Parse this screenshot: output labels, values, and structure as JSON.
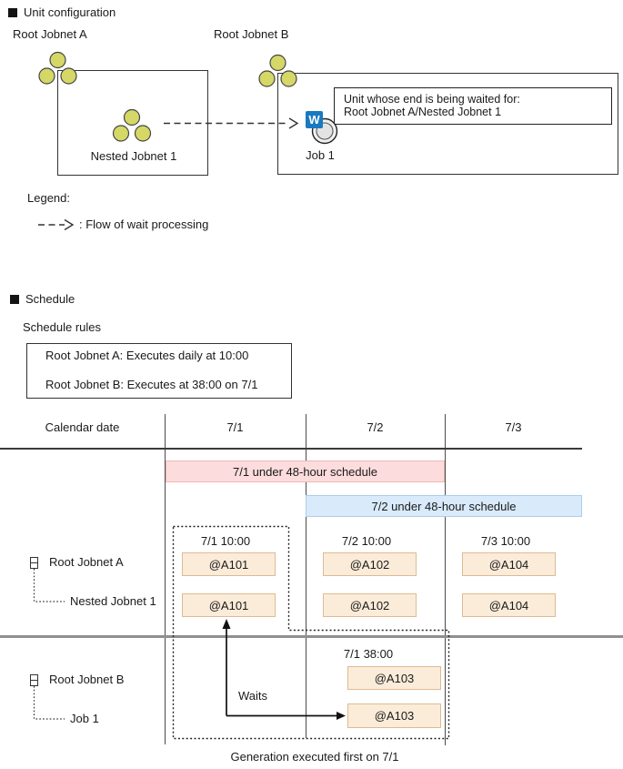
{
  "unit_config": {
    "title": "Unit configuration",
    "root_jobnet_a_label": "Root Jobnet A",
    "root_jobnet_b_label": "Root Jobnet B",
    "nested_jobnet_label": "Nested Jobnet 1",
    "job_label": "Job 1",
    "wait_badge": "W",
    "callout": {
      "line1": "Unit whose end is being waited for:",
      "line2": "Root Jobnet A/Nested Jobnet 1"
    }
  },
  "legend": {
    "title": "Legend:",
    "flow_label": ": Flow of wait processing"
  },
  "schedule": {
    "title": "Schedule",
    "rules_title": "Schedule rules",
    "rules": [
      "Root Jobnet A: Executes daily at 10:00",
      "Root Jobnet B: Executes at 38:00 on 7/1"
    ],
    "table": {
      "date_header": "Calendar date",
      "dates": [
        "7/1",
        "7/2",
        "7/3"
      ],
      "bands": [
        {
          "label": "7/1 under 48-hour schedule"
        },
        {
          "label": "7/2 under 48-hour schedule"
        }
      ],
      "jobnet_a": {
        "label": "Root Jobnet A",
        "child_label": "Nested Jobnet 1",
        "runs": [
          {
            "time": "7/1 10:00",
            "root_gen": "@A101",
            "child_gen": "@A101"
          },
          {
            "time": "7/2 10:00",
            "root_gen": "@A102",
            "child_gen": "@A102"
          },
          {
            "time": "7/3 10:00",
            "root_gen": "@A104",
            "child_gen": "@A104"
          }
        ]
      },
      "jobnet_b": {
        "label": "Root Jobnet B",
        "child_label": "Job 1",
        "run": {
          "time": "7/1 38:00",
          "root_gen": "@A103",
          "child_gen": "@A103"
        }
      },
      "waits_label": "Waits",
      "caption": "Generation executed first on 7/1"
    }
  },
  "colors": {
    "gen_box_fill": "#fbecd9",
    "gen_box_border": "#ddbb93",
    "band_71_fill": "#fcdcdc",
    "band_71_border": "#f0b6b6",
    "band_72_fill": "#d9eafb",
    "band_72_border": "#aecdea",
    "jobnet_icon_fill": "#d5d766",
    "wait_badge_bg": "#1879c0"
  }
}
